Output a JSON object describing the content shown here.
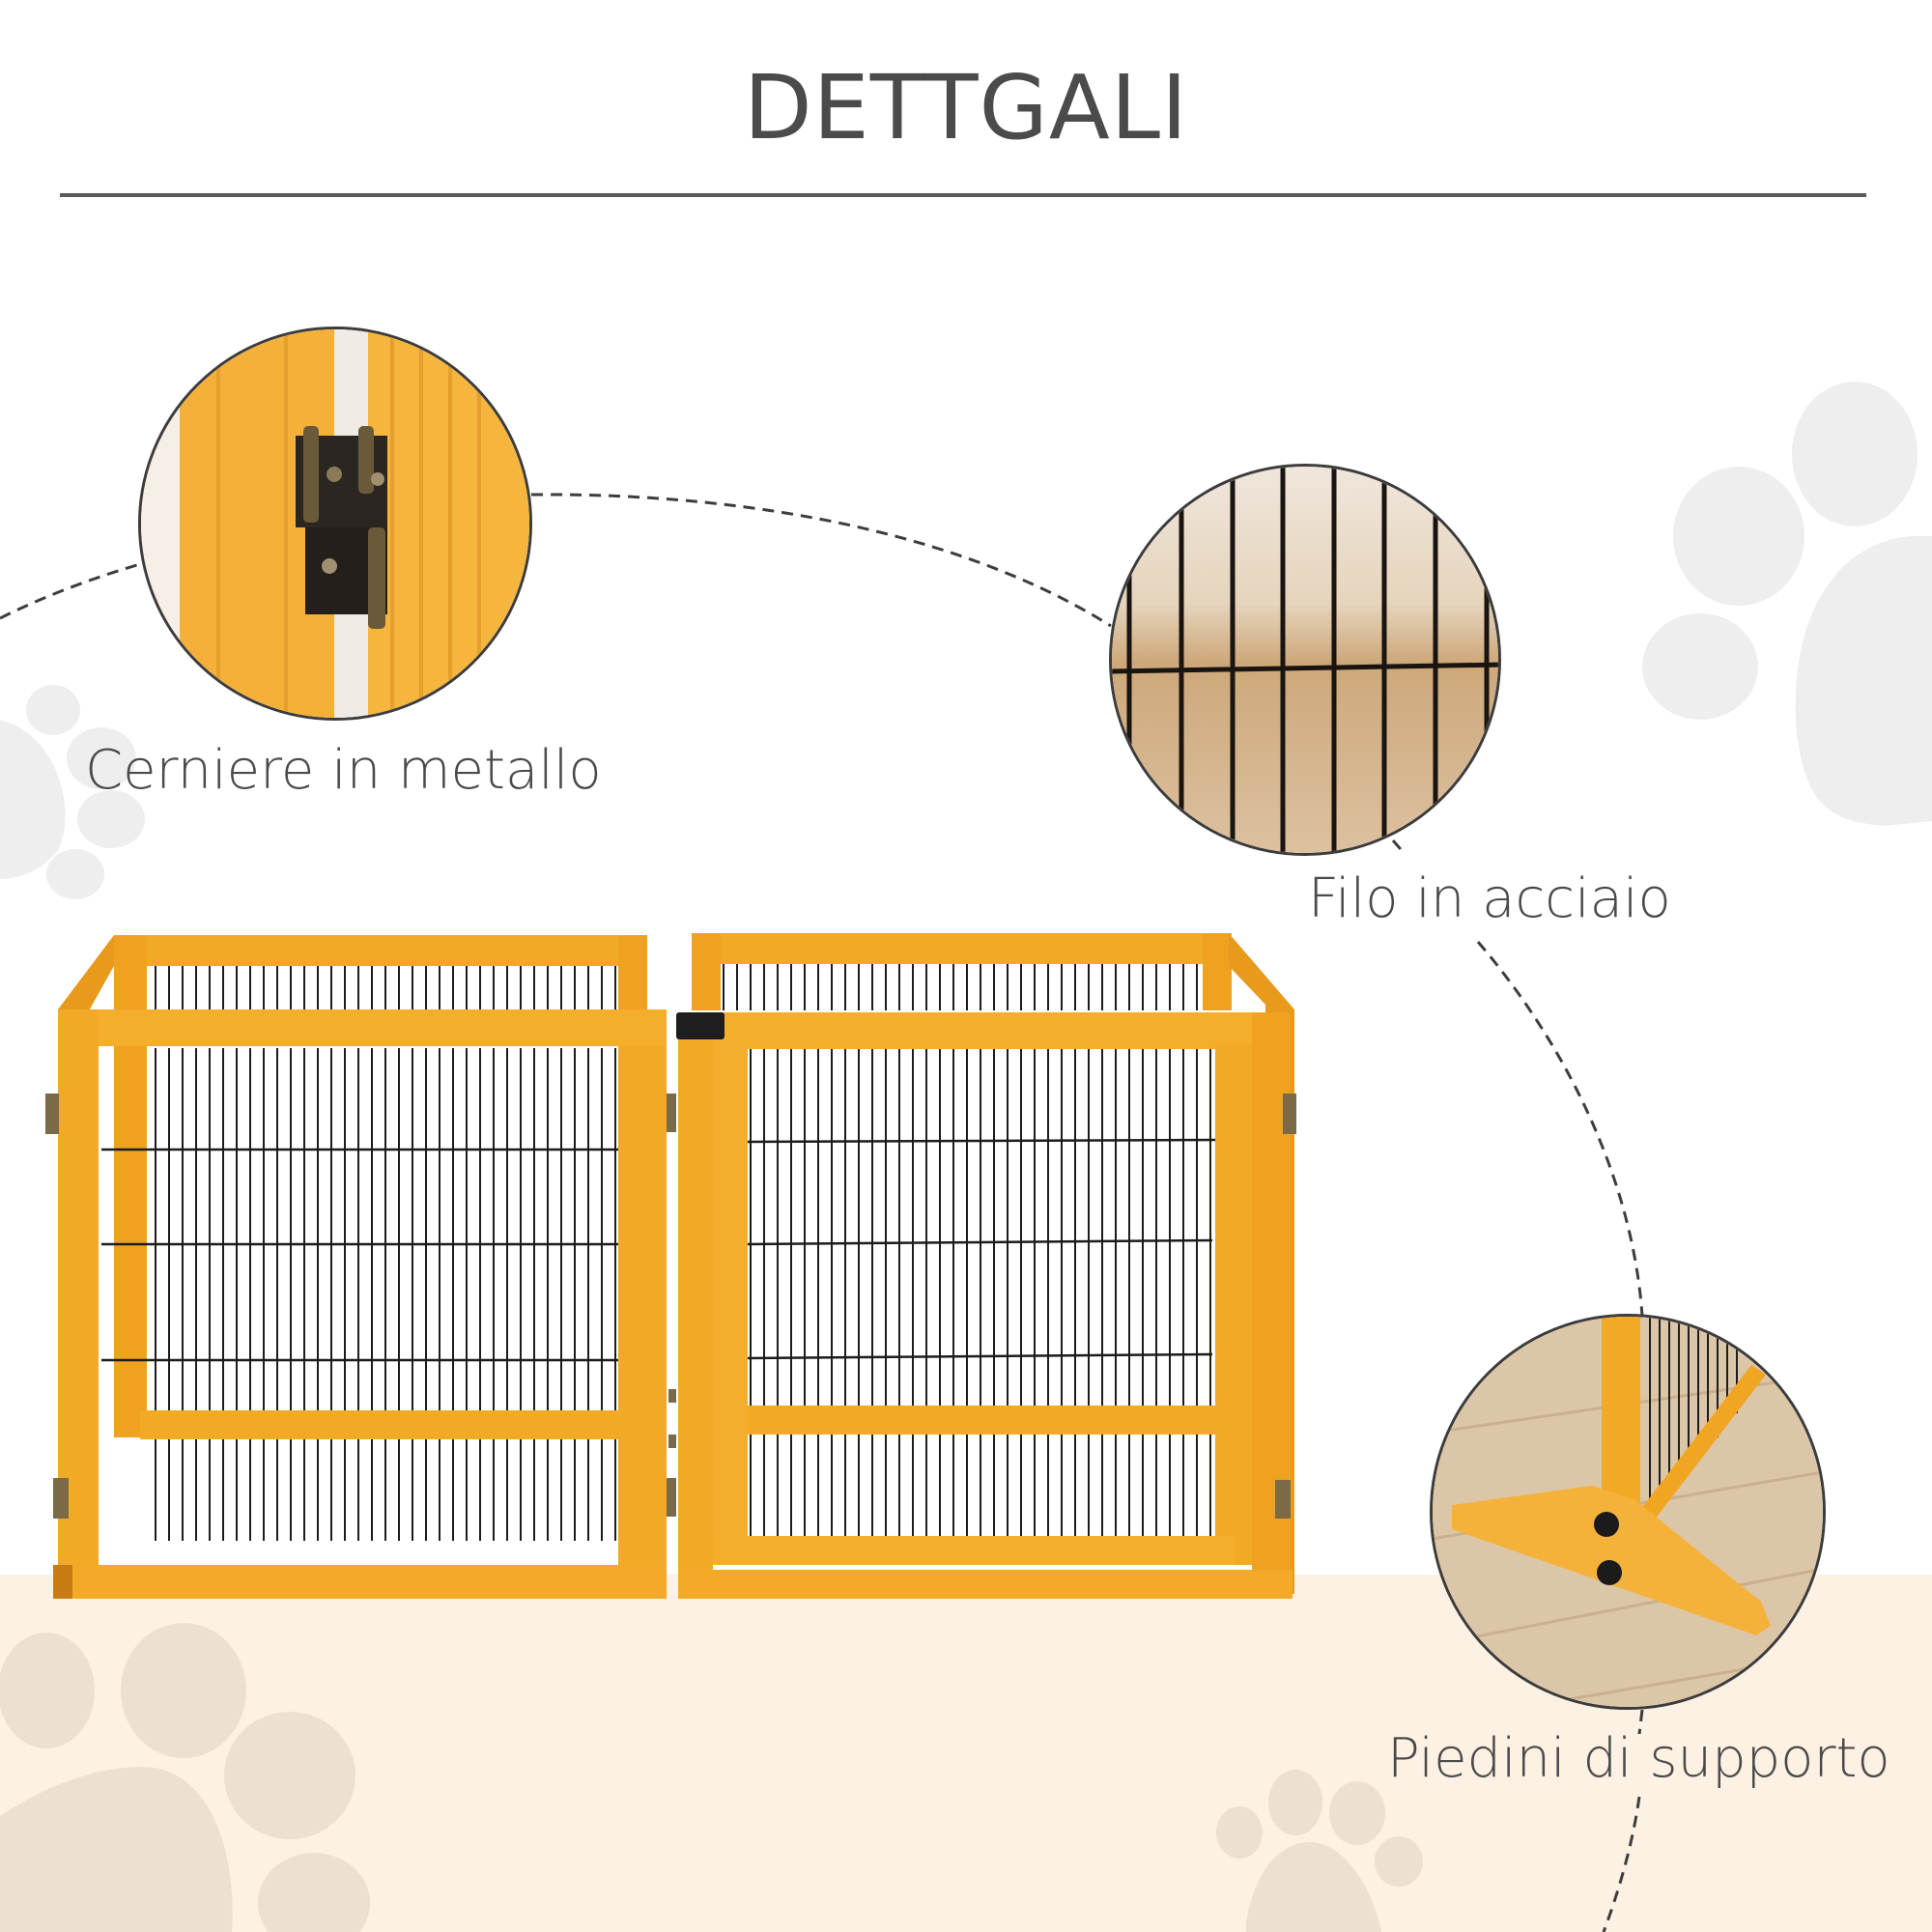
{
  "header": {
    "title": "DETTGALI"
  },
  "callouts": [
    {
      "id": "hinges",
      "label": "Cerniere in metallo",
      "icon": "hinge-closeup"
    },
    {
      "id": "wire",
      "label": "Filo in acciaio",
      "icon": "steel-wire-closeup"
    },
    {
      "id": "feet",
      "label": "Piedini di supporto",
      "icon": "support-foot-closeup"
    }
  ],
  "colors": {
    "text": "#4a4a4a",
    "rule": "#5b5b5b",
    "wood": "#f2a925",
    "wood_dark": "#d98a12",
    "wire": "#1e1e1e",
    "floor_bg": "#fdf1e4",
    "paw_light": "#eeeeee",
    "paw_floor": "#ede0d1"
  }
}
